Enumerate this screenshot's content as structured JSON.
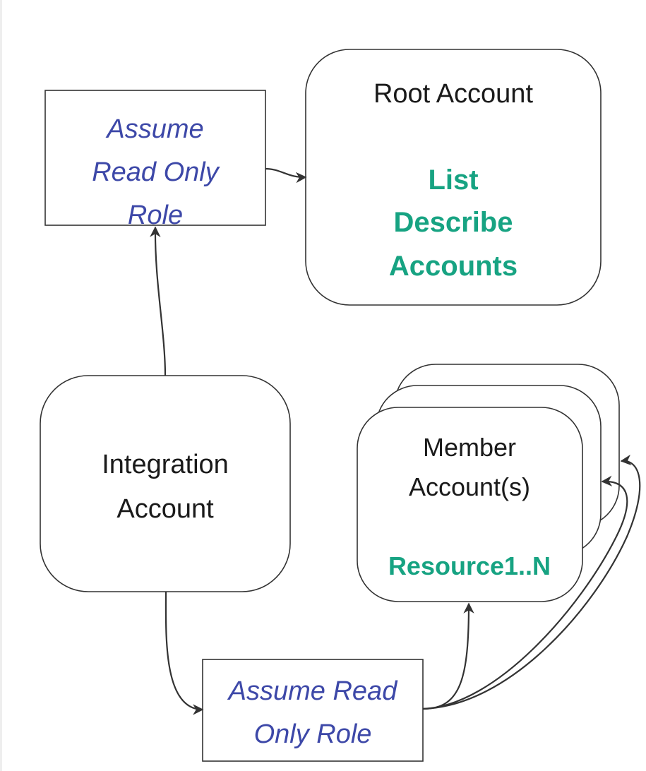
{
  "nodes": {
    "assume_top": {
      "lines": [
        "Assume",
        "Read Only",
        "Role"
      ]
    },
    "root_account": {
      "title": "Root Account",
      "actions": [
        "List",
        "Describe",
        "Accounts"
      ]
    },
    "integration_account": {
      "lines": [
        "Integration",
        "Account"
      ]
    },
    "member_accounts": {
      "lines": [
        "Member",
        "Account(s)"
      ],
      "resources": "Resource1..N"
    },
    "assume_bottom": {
      "lines": [
        "Assume Read",
        "Only Role"
      ]
    }
  },
  "colors": {
    "role_text": "#3d48a8",
    "action_text": "#17a382",
    "stroke": "#333333"
  }
}
